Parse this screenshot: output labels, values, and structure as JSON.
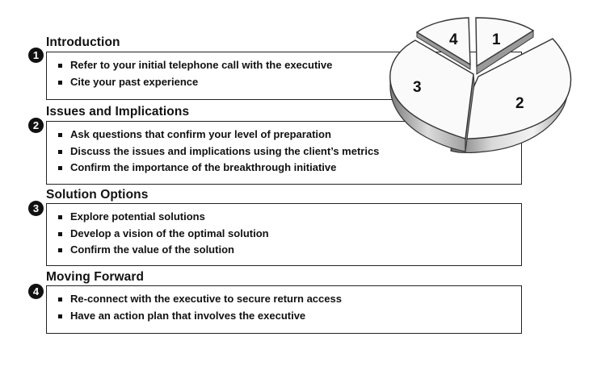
{
  "sections": [
    {
      "number": "1",
      "title": "Introduction",
      "items": [
        "Refer to your initial telephone call with the executive",
        "Cite your past experience"
      ]
    },
    {
      "number": "2",
      "title": "Issues and Implications",
      "items": [
        "Ask questions that confirm your level of preparation",
        "Discuss the issues and implications using the client’s metrics",
        "Confirm the importance of the breakthrough initiative"
      ]
    },
    {
      "number": "3",
      "title": "Solution Options",
      "items": [
        "Explore potential solutions",
        "Develop a vision of the optimal solution",
        "Confirm the value of the solution"
      ]
    },
    {
      "number": "4",
      "title": "Moving Forward",
      "items": [
        "Re-connect with the executive to secure return access",
        "Have an action plan that involves the executive"
      ]
    }
  ],
  "pie": {
    "labels": [
      "1",
      "2",
      "3",
      "4"
    ]
  }
}
